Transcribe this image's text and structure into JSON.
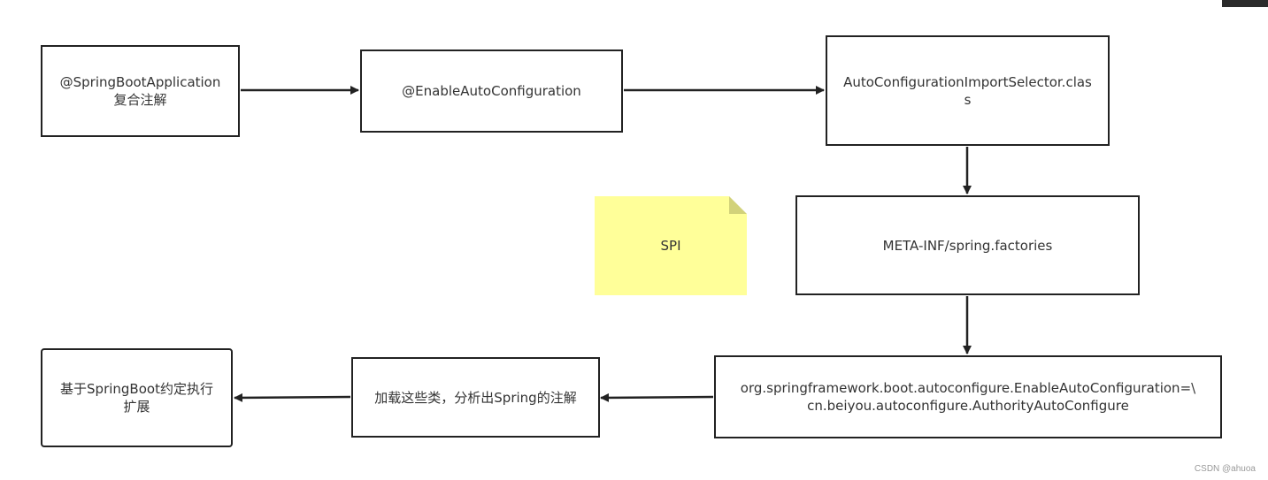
{
  "diagram": {
    "nodes": {
      "spring_boot_app": {
        "line1": "@SpringBootApplication",
        "line2": "复合注解"
      },
      "enable_auto_config": {
        "label": "@EnableAutoConfiguration"
      },
      "import_selector": {
        "line1": "AutoConfigurationImportSelector.clas",
        "line2": "s"
      },
      "spring_factories": {
        "label": "META-INF/spring.factories"
      },
      "factories_entry": {
        "line1": "org.springframework.boot.autoconfigure.EnableAutoConfiguration=\\",
        "line2": "cn.beiyou.autoconfigure.AuthorityAutoConfigure"
      },
      "load_classes": {
        "label": "加载这些类，分析出Spring的注解"
      },
      "extension": {
        "line1": "基于SpringBoot约定执行",
        "line2": "扩展"
      }
    },
    "note": {
      "label": "SPI"
    },
    "colors": {
      "stroke": "#222222",
      "note_fill": "#ffff99",
      "text": "#333333"
    }
  },
  "watermark": "CSDN @ahuoa"
}
